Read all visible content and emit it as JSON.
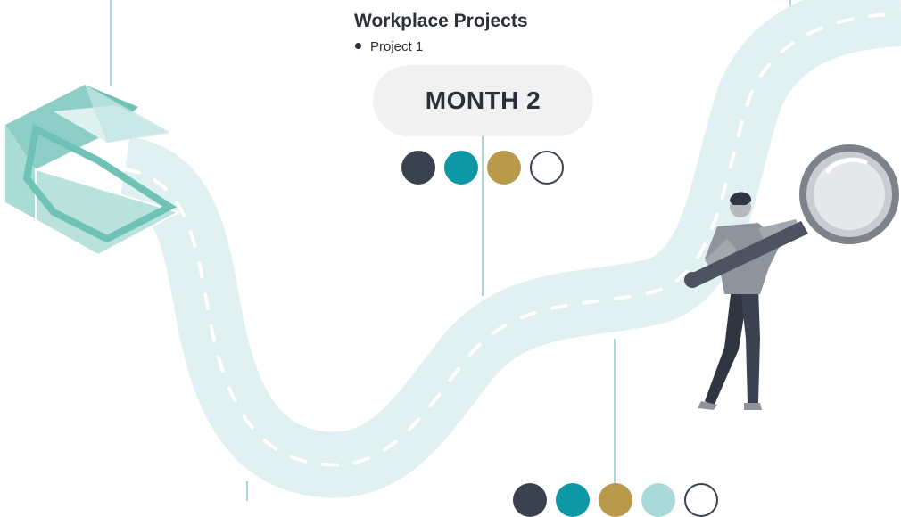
{
  "section": {
    "title": "Workplace Projects",
    "items": [
      "Project 1"
    ]
  },
  "milestone": {
    "label": "MONTH 2",
    "swatches": [
      "#3a4250",
      "#0e98a6",
      "#b89a4a",
      "#ffffff"
    ]
  },
  "lower_milestone": {
    "swatches": [
      "#3a4250",
      "#0e98a6",
      "#b89a4a",
      "#a9d9d9",
      "#ffffff"
    ]
  },
  "colors": {
    "road": "#e1f0f0",
    "road_dash": "#ffffff",
    "connector_line": "#a9d6d6",
    "logo_teal": "#6fc2b6",
    "logo_light": "#c4e6e6",
    "person_shirt": "#8f949c",
    "person_pants": "#3a4250",
    "magnifier_rim": "#7d828b"
  }
}
